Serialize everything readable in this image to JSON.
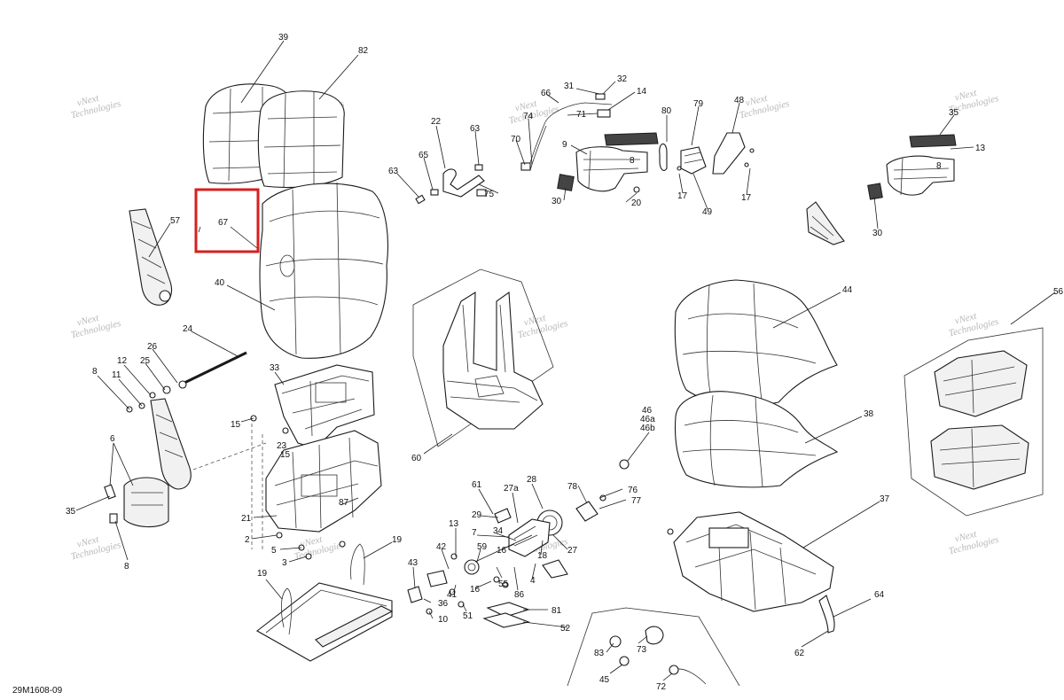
{
  "figure_id": "29M1608-09",
  "watermark": {
    "line1": "vNext",
    "line2": "Technologies"
  },
  "highlight": {
    "callout": "67",
    "color": "#d71f1f"
  },
  "callouts": {
    "c39": "39",
    "c82": "82",
    "c67": "67",
    "c57": "57",
    "c40": "40",
    "c24": "24",
    "c26": "26",
    "c12": "12",
    "c25": "25",
    "c8a": "8",
    "c11": "11",
    "c33": "33",
    "c15a": "15",
    "c23": "23",
    "c15b": "15",
    "c6": "6",
    "c35a": "35",
    "c8b": "8",
    "c21": "21",
    "c2": "2",
    "c5": "5",
    "c3": "3",
    "c87": "87",
    "c19a": "19",
    "c19b": "19",
    "c22": "22",
    "c63a": "63",
    "c63b": "63",
    "c65": "65",
    "c75": "75",
    "c31": "31",
    "c32": "32",
    "c66": "66",
    "c14": "14",
    "c74": "74",
    "c71": "71",
    "c70": "70",
    "c9": "9",
    "c8c": "8",
    "c30a": "30",
    "c20": "20",
    "c80": "80",
    "c79": "79",
    "c48": "48",
    "c17a": "17",
    "c49": "49",
    "c17b": "17",
    "c35b": "35",
    "c13a": "13",
    "c8d": "8",
    "c30b": "30",
    "c60": "60",
    "c44": "44",
    "c38": "38",
    "c56": "56",
    "c46": "46",
    "c46a": "46a",
    "c46b": "46b",
    "c61": "61",
    "c27a": "27a",
    "c28": "28",
    "c29": "29",
    "c13b": "13",
    "c7": "7",
    "c34": "34",
    "c42": "42",
    "c59": "59",
    "c16a": "16",
    "c18": "18",
    "c27": "27",
    "c43": "43",
    "c41": "41",
    "c55": "55",
    "c4": "4",
    "c16b": "16",
    "c36": "36",
    "c86": "86",
    "c10": "10",
    "c51": "51",
    "c81": "81",
    "c52": "52",
    "c78": "78",
    "c76": "76",
    "c77": "77",
    "c37": "37",
    "c64": "64",
    "c62": "62",
    "c83": "83",
    "c73": "73",
    "c45": "45",
    "c72": "72"
  }
}
